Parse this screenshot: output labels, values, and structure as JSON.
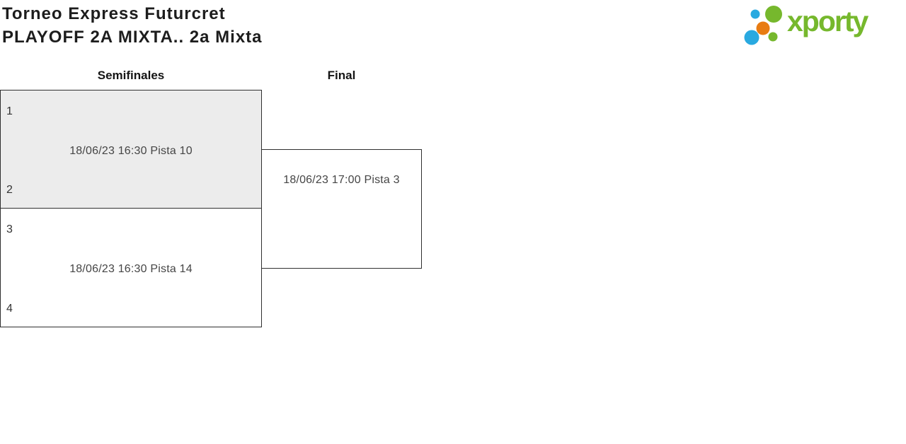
{
  "page": {
    "title_line1": "Torneo Express Futurcret",
    "title_line2": "PLAYOFF 2A MIXTA.. 2a Mixta"
  },
  "logo": {
    "text": "xporty",
    "colors": {
      "green": "#76b82d",
      "blue": "#29a9e0",
      "orange": "#e87c12"
    }
  },
  "bracket": {
    "rounds": [
      {
        "label": "Semifinales"
      },
      {
        "label": "Final"
      }
    ],
    "matches": {
      "semifinal1": {
        "seed_top": "1",
        "seed_bottom": "2",
        "schedule": "18/06/23 16:30 Pista 10"
      },
      "semifinal2": {
        "seed_top": "3",
        "seed_bottom": "4",
        "schedule": "18/06/23 16:30 Pista 14"
      },
      "final": {
        "schedule": "18/06/23 17:00 Pista 3"
      }
    },
    "colors": {
      "highlight_bg": "#ececec",
      "border": "#2f2f2f"
    }
  }
}
